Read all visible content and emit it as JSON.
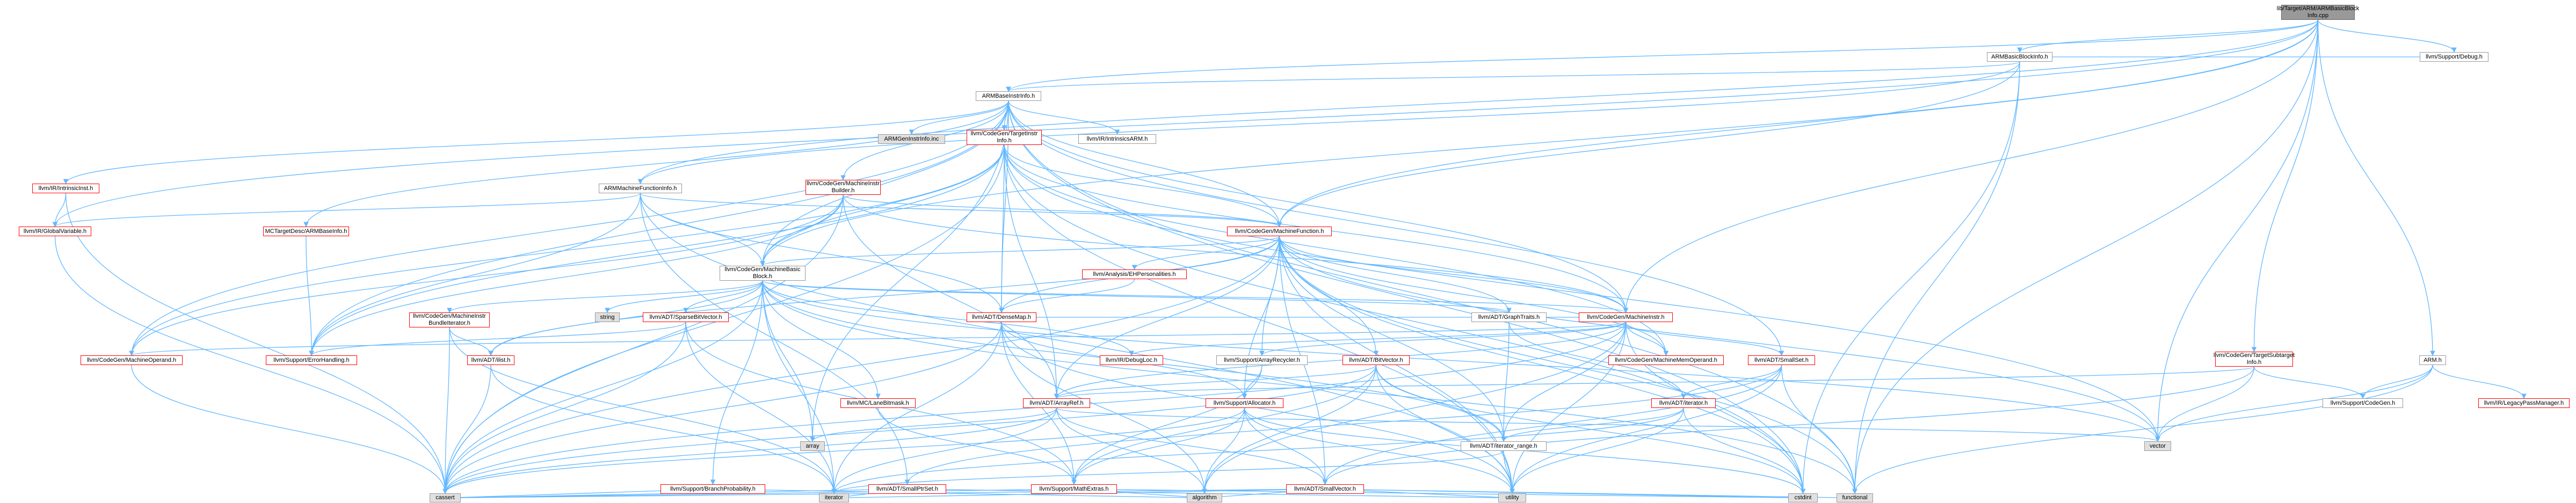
{
  "colors": {
    "edge": "#63b8ff",
    "node_border_red": "#ff0000",
    "node_border_default": "#999999",
    "gray_fill": "#e0e0e0",
    "root_fill": "#999999"
  },
  "nodes": {
    "root": "lib/Target/ARM/ARMBasicBlock\nInfo.cpp",
    "armbbi": "ARMBasicBlockInfo.h",
    "debug": "llvm/Support/Debug.h",
    "armbaseinstrinfo": "ARMBaseInstrInfo.h",
    "armgeninstrinfo": "ARMGenInstrInfo.inc",
    "targetinstrinfo": "llvm/CodeGen/TargetInstr\nInfo.h",
    "intrinsicsarm": "llvm/IR/IntrinsicsARM.h",
    "intrinsicinst": "llvm/IR/IntrinsicInst.h",
    "globalvariable": "llvm/IR/GlobalVariable.h",
    "armfuncinfo": "ARMMachineFunctionInfo.h",
    "machineinstrbuilder": "llvm/CodeGen/MachineInstr\nBuilder.h",
    "armbaseinfo": "MCTargetDesc/ARMBaseInfo.h",
    "machinefunction": "llvm/CodeGen/MachineFunction.h",
    "ehpersonalities": "llvm/Analysis/EHPersonalities.h",
    "machinebasicblock": "llvm/CodeGen/MachineBasic\nBlock.h",
    "graphtraits": "llvm/ADT/GraphTraits.h",
    "machineinstr": "llvm/CodeGen/MachineInstr.h",
    "machineinstrbundleiterator": "llvm/CodeGen/MachineInstr\nBundleIterator.h",
    "string": "string",
    "sparsebitvector": "llvm/ADT/SparseBitVector.h",
    "densemap": "llvm/ADT/DenseMap.h",
    "machineoperand": "llvm/CodeGen/MachineOperand.h",
    "errorhandling": "llvm/Support/ErrorHandling.h",
    "ilist": "llvm/ADT/ilist.h",
    "debugloc": "llvm/IR/DebugLoc.h",
    "arrayrecycler": "llvm/Support/ArrayRecycler.h",
    "bitvector": "llvm/ADT/BitVector.h",
    "machinememoperand": "llvm/CodeGen/MachineMemOperand.h",
    "smallset": "llvm/ADT/SmallSet.h",
    "targetsubtargetinfo": "llvm/CodeGen/TargetSubtarget\nInfo.h",
    "armh": "ARM.h",
    "codegenh": "llvm/Support/CodeGen.h",
    "legacypassmanager": "llvm/IR/LegacyPassManager.h",
    "lanebitmask": "llvm/MC/LaneBitmask.h",
    "arrayref": "llvm/ADT/ArrayRef.h",
    "allocator": "llvm/Support/Allocator.h",
    "adtiterator": "llvm/ADT/iterator.h",
    "iteratorrange": "llvm/ADT/iterator_range.h",
    "vector": "vector",
    "array": "array",
    "branchprobability": "llvm/Support/BranchProbability.h",
    "smallptrset": "llvm/ADT/SmallPtrSet.h",
    "mathextras": "llvm/Support/MathExtras.h",
    "smallvector": "llvm/ADT/SmallVector.h",
    "cassert": "cassert",
    "iterator": "iterator",
    "algorithm": "algorithm",
    "utility": "utility",
    "cstdint": "cstdint",
    "functional": "functional"
  }
}
